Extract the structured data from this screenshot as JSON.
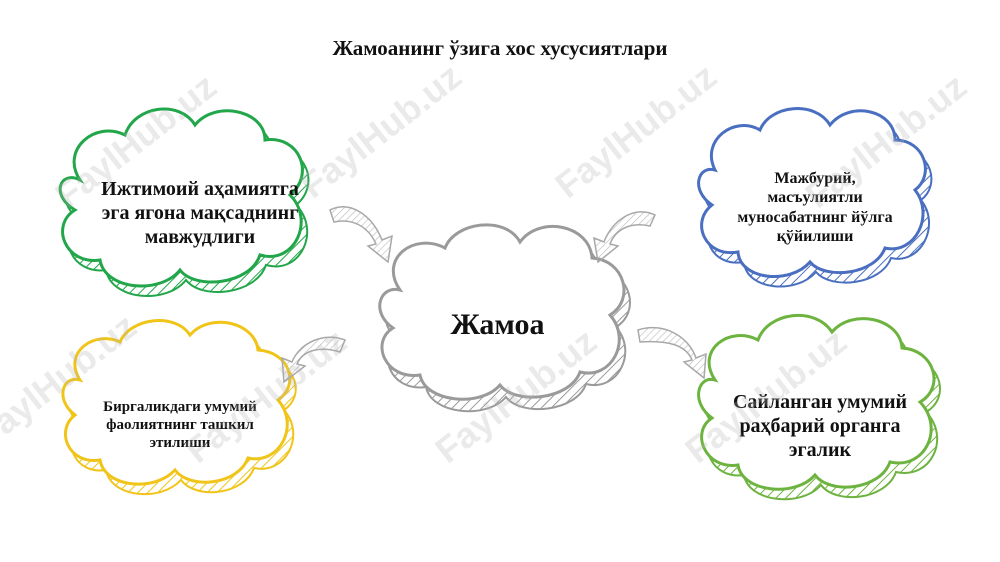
{
  "title": "Жамоанинг ўзига хос хусусиятлари",
  "center": {
    "label": "Жамоа"
  },
  "clouds": [
    {
      "id": "tl",
      "text": "Ижтимоий аҳамиятга эга ягона мақсаднинг мавжудлиги",
      "color": "#22a64a"
    },
    {
      "id": "tr",
      "text": "Мажбурий, масъулиятли муносабатнинг йўлга қўйилиши",
      "color": "#4a6fc0"
    },
    {
      "id": "bl",
      "text": "Биргаликдаги умумий фаолиятнинг ташкил этилиши",
      "color": "#f0c419"
    },
    {
      "id": "br",
      "text": "Сайланган умумий раҳбарий органга эгалик",
      "color": "#6db33f"
    }
  ],
  "center_color": "#9a9a9a",
  "watermark": "FaylHub.uz"
}
